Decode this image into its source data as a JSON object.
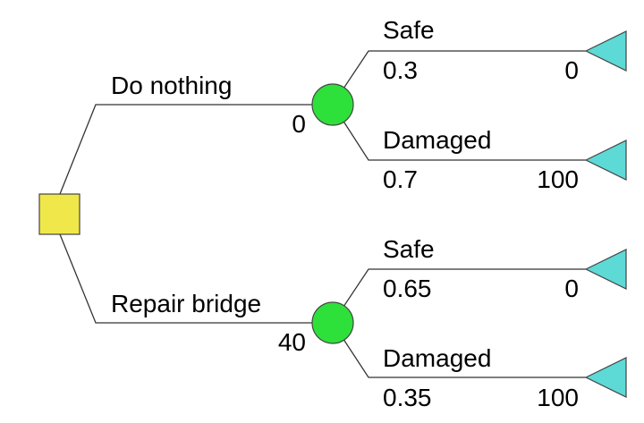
{
  "colors": {
    "decision": "#f0e84a",
    "chance": "#2ee03a",
    "terminal": "#5dd9d6"
  },
  "decision_tree": {
    "root": {
      "type": "decision",
      "icon": "square"
    },
    "branches": [
      {
        "label": "Do nothing",
        "cost": "0",
        "chance_node": {
          "type": "chance",
          "icon": "circle"
        },
        "outcomes": [
          {
            "label": "Safe",
            "probability": "0.3",
            "payoff": "0"
          },
          {
            "label": "Damaged",
            "probability": "0.7",
            "payoff": "100"
          }
        ]
      },
      {
        "label": "Repair bridge",
        "cost": "40",
        "chance_node": {
          "type": "chance",
          "icon": "circle"
        },
        "outcomes": [
          {
            "label": "Safe",
            "probability": "0.65",
            "payoff": "0"
          },
          {
            "label": "Damaged",
            "probability": "0.35",
            "payoff": "100"
          }
        ]
      }
    ]
  }
}
